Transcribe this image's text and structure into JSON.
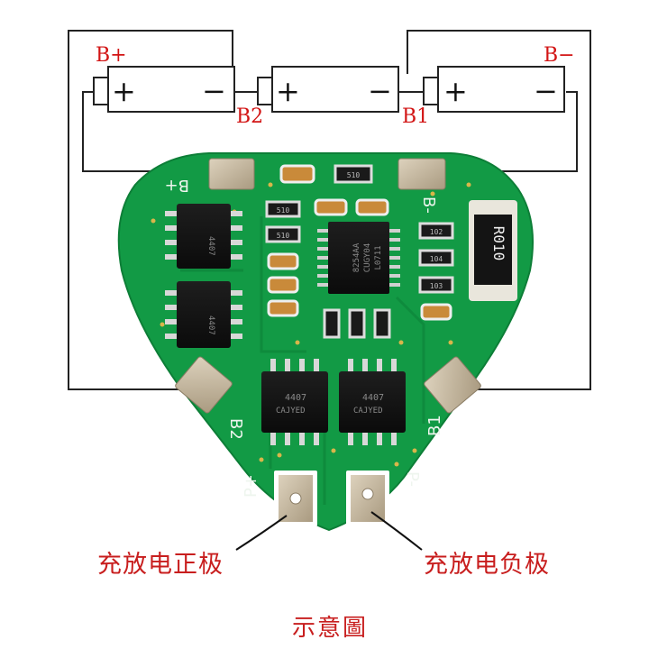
{
  "battery_labels": {
    "b_plus": "B+",
    "b_minus": "B−",
    "b2": "B2",
    "b1": "B1",
    "plus": "+",
    "minus": "−"
  },
  "board_silkscreen": {
    "b_plus": "B+",
    "b_minus": "B-",
    "b2": "B2",
    "b1": "B1",
    "p_plus": "P+",
    "p_minus": "P-"
  },
  "components": {
    "resistor": "R010",
    "ic_line1": "8254AA",
    "ic_line2": "CUGY04",
    "ic_line3": "L0711",
    "mosfet_code": "4407",
    "mosfet_sub": "CAJYED",
    "smd_small_1": "510",
    "smd_small_2": "510",
    "smd_small_3": "510",
    "smd_small_4": "102",
    "smd_small_5": "104",
    "smd_small_6": "103"
  },
  "captions": {
    "positive": "充放电正极",
    "negative": "充放电负极",
    "title": "示意圖"
  },
  "colors": {
    "pcb": "#129a45",
    "wire": "#222222",
    "label": "#d21414",
    "pad": "#c9b99a"
  }
}
